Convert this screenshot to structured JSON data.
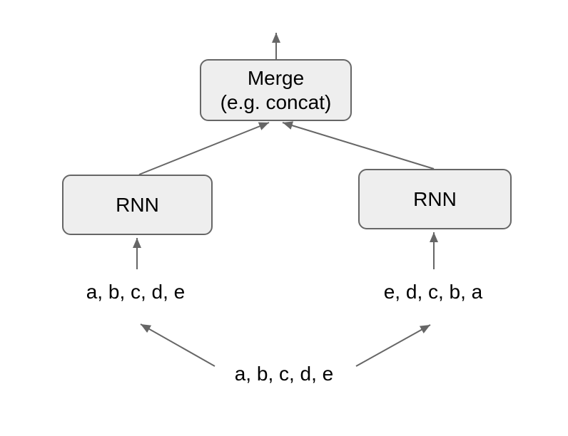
{
  "colors": {
    "background": "#ffffff",
    "box_fill": "#eeeeee",
    "box_border": "#666666",
    "arrow": "#666666",
    "text": "#000000"
  },
  "nodes": {
    "merge": {
      "line1": "Merge",
      "line2": "(e.g. concat)"
    },
    "rnn_left": {
      "label": "RNN"
    },
    "rnn_right": {
      "label": "RNN"
    },
    "input_left": {
      "label": "a, b, c, d, e"
    },
    "input_right": {
      "label": "e, d, c, b, a"
    },
    "source": {
      "label": "a, b, c, d, e"
    }
  }
}
